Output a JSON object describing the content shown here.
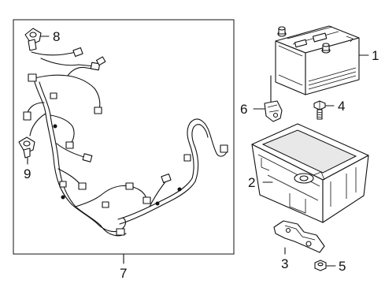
{
  "callouts": [
    {
      "id": "1",
      "text": "1"
    },
    {
      "id": "2",
      "text": "2"
    },
    {
      "id": "3",
      "text": "3"
    },
    {
      "id": "4",
      "text": "4"
    },
    {
      "id": "5",
      "text": "5"
    },
    {
      "id": "6",
      "text": "6"
    },
    {
      "id": "7",
      "text": "7"
    },
    {
      "id": "8",
      "text": "8"
    },
    {
      "id": "9",
      "text": "9"
    }
  ],
  "parts": {
    "battery": "battery",
    "battery_tray": "battery tray",
    "bracket": "hold-down bracket",
    "bolt": "bolt",
    "nut": "nut",
    "sensor": "battery sensor",
    "harness": "wiring harness",
    "clip_upper": "harness clip",
    "clip_lower": "harness clip"
  }
}
